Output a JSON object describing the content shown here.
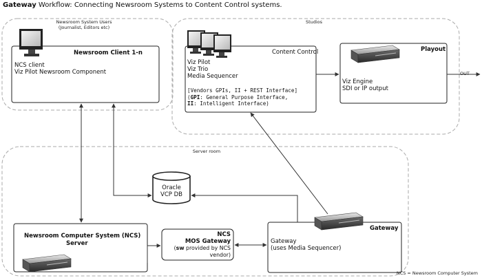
{
  "title": {
    "bold": "Gateway",
    "rest": " Workflow: Connecting Newsroom Systems to Content Control systems."
  },
  "regions": {
    "users_label_1": "Newsroom System Users",
    "users_label_2": "(Journalist, Editors etc)",
    "studios_label": "Studios",
    "server_label": "Server room"
  },
  "newsroom_client": {
    "title": "Newsroom Client 1-n",
    "line1": "NCS client",
    "line2": "Viz Pilot Newsroom Component"
  },
  "content_control": {
    "title": "Content Control",
    "line1": "Viz Pilot",
    "line2": "Viz Trio",
    "line3": "Media Sequencer",
    "line4": "[Vendors GPIs, II + REST Interface]",
    "line5_bold": "GPI",
    "line5_rest": ": General Purpose Interface,",
    "line5_prefix": "(",
    "line6_bold": "II",
    "line6_rest": ": Intelligent Interface)"
  },
  "playout": {
    "title": "Playout",
    "line1": "Viz Engine",
    "line2": "SDI or IP output",
    "out_label": "OUT"
  },
  "db": {
    "line1": "Oracle",
    "line2": "VCP DB"
  },
  "ncs_server": {
    "title_line1": "Newsroom Computer System (NCS)",
    "title_line2": "Server"
  },
  "mos_gateway": {
    "line1": "NCS",
    "line2": "MOS Gateway",
    "line3_bold": "sw",
    "line3_rest": " provided by NCS",
    "line3_prefix": "(",
    "line4": "vendor)"
  },
  "gateway": {
    "title": "Gateway",
    "line1": "Gateway",
    "line2": "(uses Media Sequencer)"
  },
  "footnote": "NCS = Newsroom Computer System"
}
